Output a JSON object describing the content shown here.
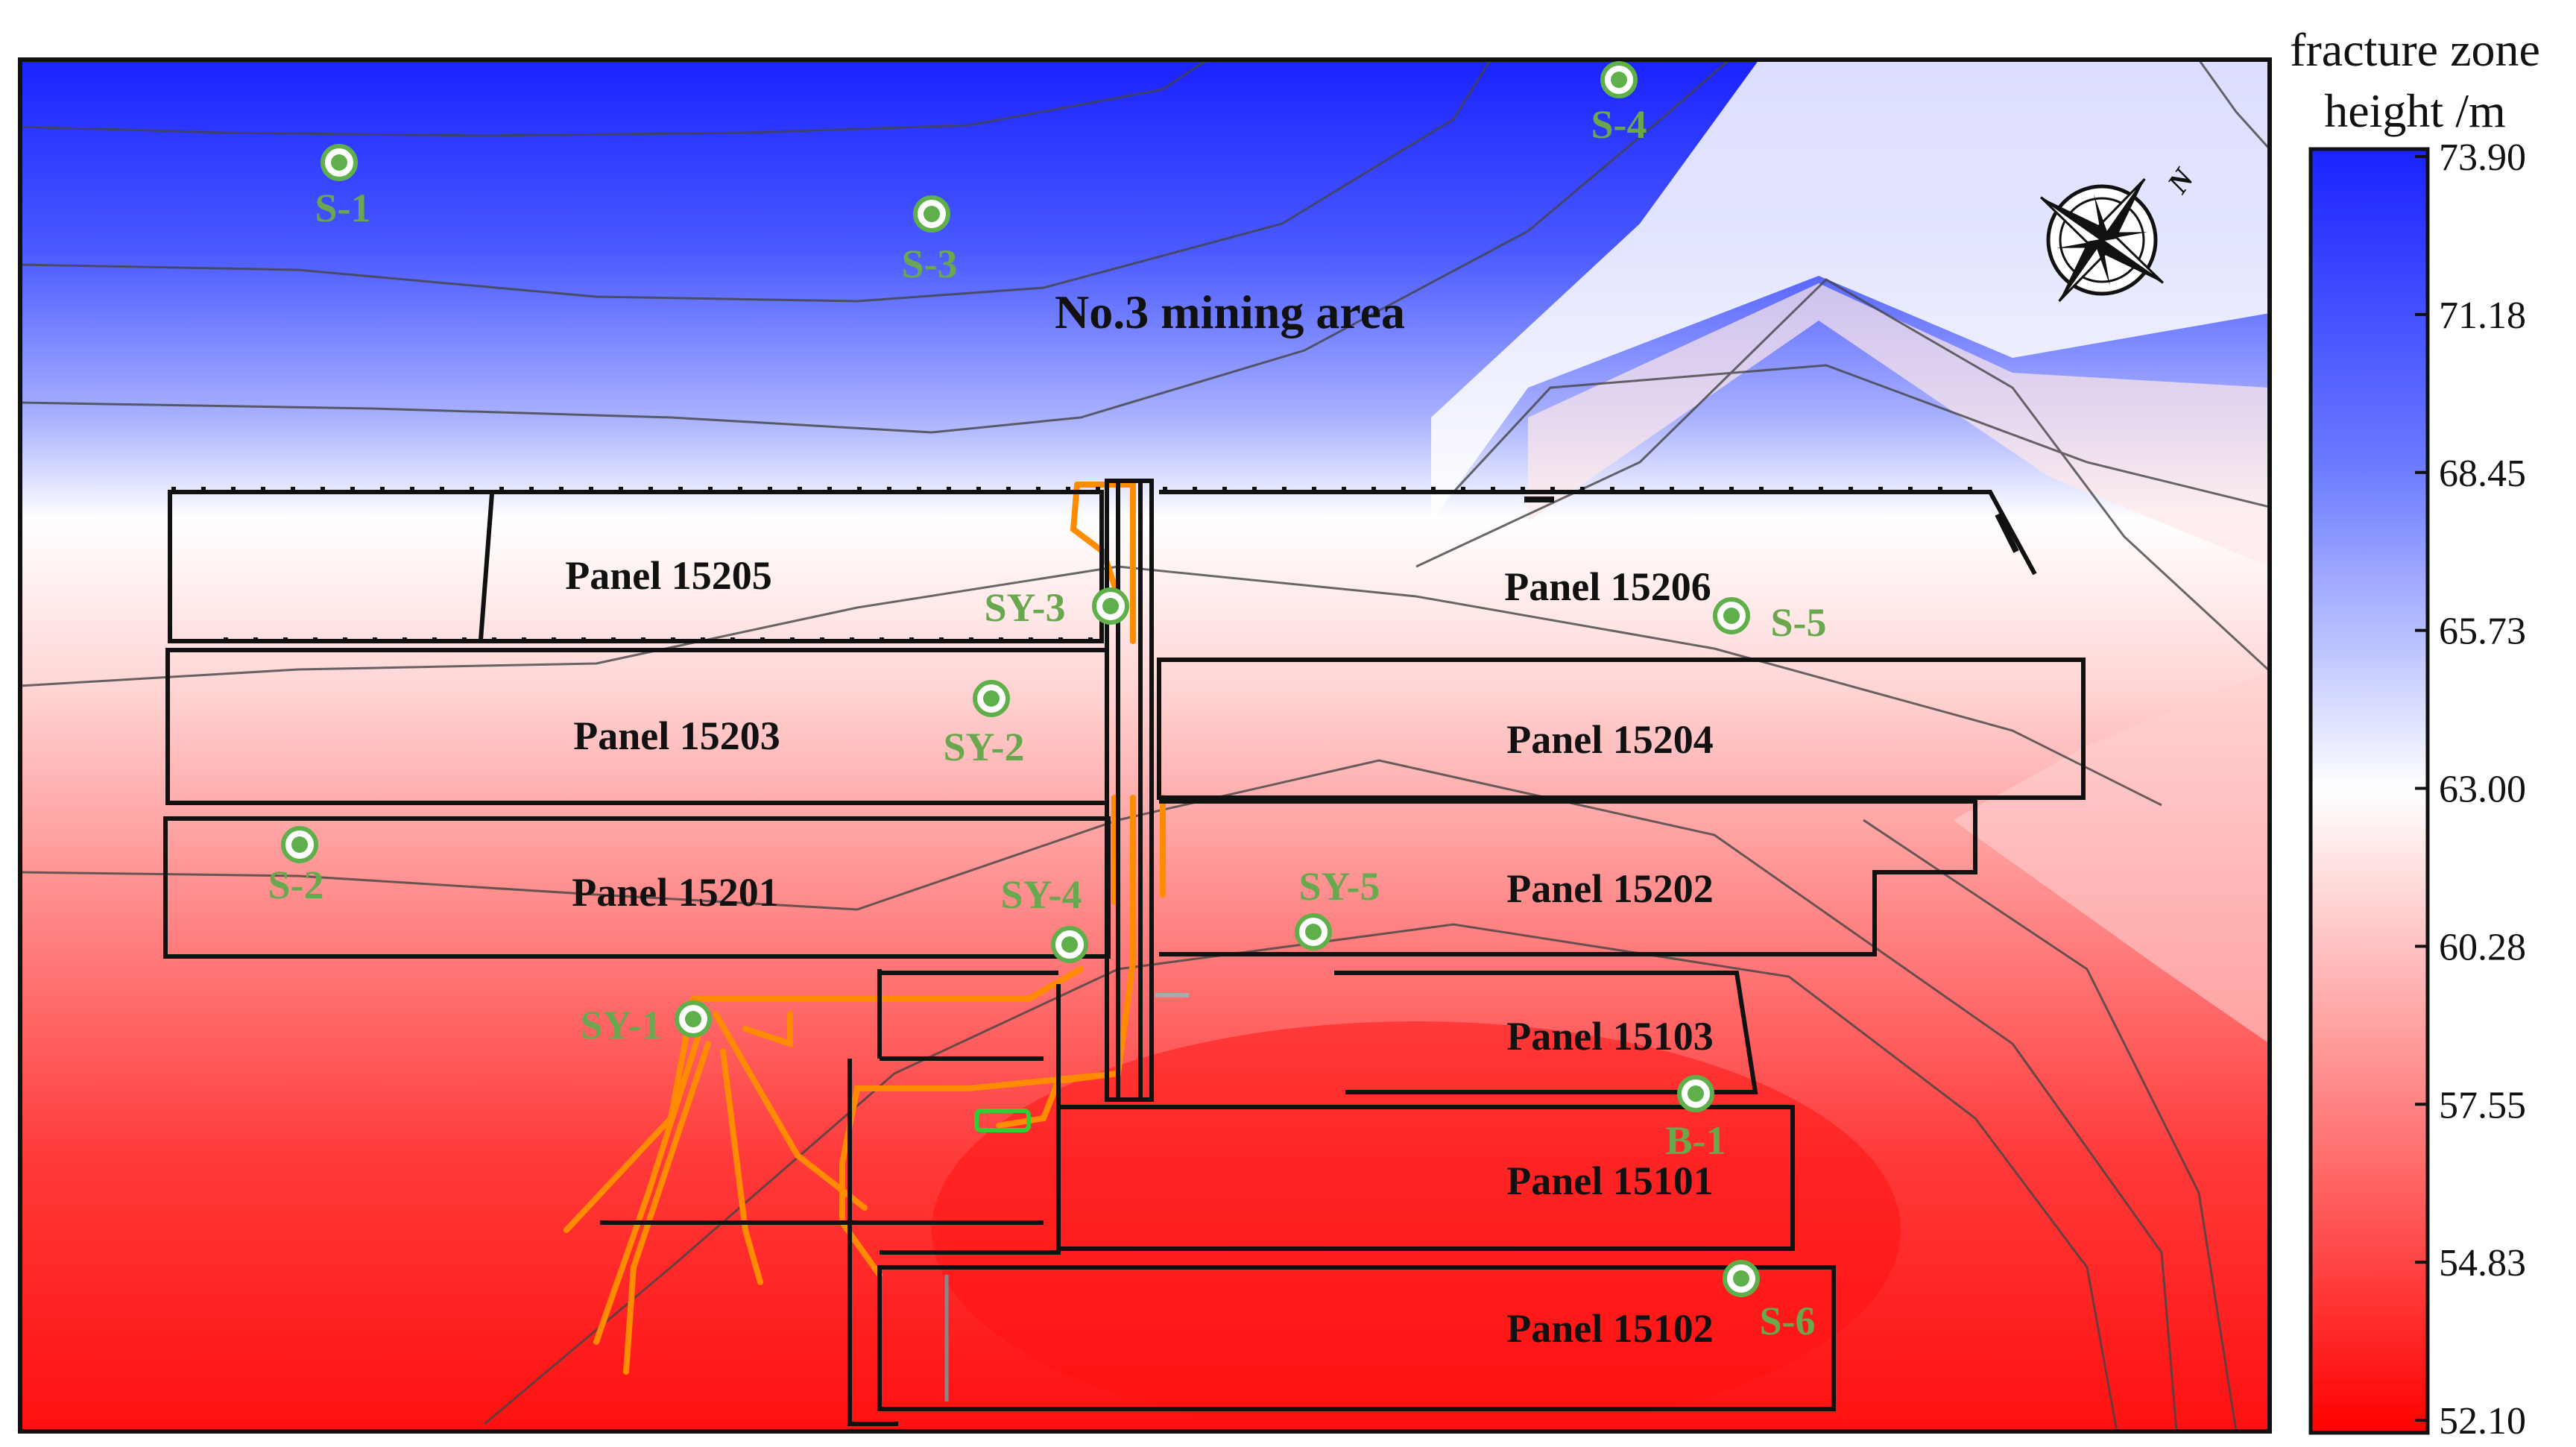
{
  "map": {
    "area_label": "No.3 mining area",
    "panels": [
      {
        "id": "15205",
        "label": "Panel 15205"
      },
      {
        "id": "15206",
        "label": "Panel 15206"
      },
      {
        "id": "15203",
        "label": "Panel 15203"
      },
      {
        "id": "15204",
        "label": "Panel 15204"
      },
      {
        "id": "15201",
        "label": "Panel 15201"
      },
      {
        "id": "15202",
        "label": "Panel 15202"
      },
      {
        "id": "15103",
        "label": "Panel 15103"
      },
      {
        "id": "15101",
        "label": "Panel 15101"
      },
      {
        "id": "15102",
        "label": "Panel 15102"
      }
    ],
    "boreholes": [
      {
        "id": "S-1",
        "label": "S-1"
      },
      {
        "id": "S-2",
        "label": "S-2"
      },
      {
        "id": "S-3",
        "label": "S-3"
      },
      {
        "id": "S-4",
        "label": "S-4"
      },
      {
        "id": "S-5",
        "label": "S-5"
      },
      {
        "id": "S-6",
        "label": "S-6"
      },
      {
        "id": "SY-1",
        "label": "SY-1"
      },
      {
        "id": "SY-2",
        "label": "SY-2"
      },
      {
        "id": "SY-3",
        "label": "SY-3"
      },
      {
        "id": "SY-4",
        "label": "SY-4"
      },
      {
        "id": "SY-5",
        "label": "SY-5"
      },
      {
        "id": "B-1",
        "label": "B-1"
      }
    ],
    "compass_label": "N",
    "colors": {
      "high": "#1a2bff",
      "mid": "#ffffff",
      "low": "#ff1010",
      "borehole_label": "#6aa84f",
      "borehole_marker": "#5fb04a",
      "roadway_orange": "#ff8c00",
      "roadway_green": "#33cc33"
    }
  },
  "colorbar": {
    "title_line1": "fracture zone",
    "title_line2": "height /m",
    "ticks": [
      "73.90",
      "71.18",
      "68.45",
      "65.73",
      "63.00",
      "60.28",
      "57.55",
      "54.83",
      "52.10"
    ],
    "min": 52.1,
    "max": 73.9
  }
}
